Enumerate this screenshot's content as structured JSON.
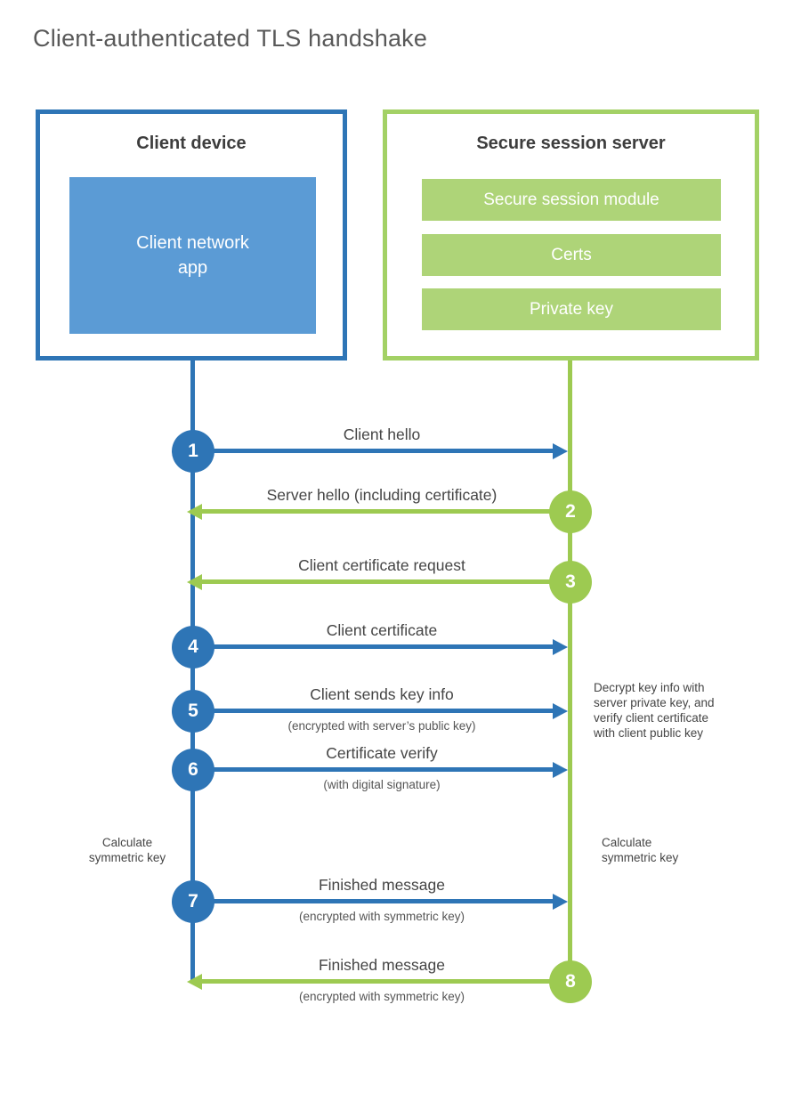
{
  "title": "Client-authenticated TLS handshake",
  "colors": {
    "blue": "#2e75b6",
    "blue_fill": "#5b9bd5",
    "green": "#9dca51",
    "green_border": "#a3d165",
    "green_fill": "#aed478"
  },
  "client_box": {
    "title": "Client device",
    "app_label": "Client network\napp"
  },
  "server_box": {
    "title": "Secure session server",
    "modules": [
      "Secure session module",
      "Certs",
      "Private key"
    ]
  },
  "steps": [
    {
      "num": "1",
      "from": "client",
      "label": "Client hello",
      "sublabel": ""
    },
    {
      "num": "2",
      "from": "server",
      "label": "Server hello (including certificate)",
      "sublabel": ""
    },
    {
      "num": "3",
      "from": "server",
      "label": "Client certificate request",
      "sublabel": ""
    },
    {
      "num": "4",
      "from": "client",
      "label": "Client certificate",
      "sublabel": ""
    },
    {
      "num": "5",
      "from": "client",
      "label": "Client sends key info",
      "sublabel": "(encrypted with server’s public key)"
    },
    {
      "num": "6",
      "from": "client",
      "label": "Certificate verify",
      "sublabel": "(with digital signature)"
    },
    {
      "num": "7",
      "from": "client",
      "label": "Finished message",
      "sublabel": "(encrypted with symmetric key)"
    },
    {
      "num": "8",
      "from": "server",
      "label": "Finished message",
      "sublabel": "(encrypted with symmetric key)"
    }
  ],
  "notes": {
    "decrypt": "Decrypt key info with\nserver private key, and\nverify client certificate\nwith client public key",
    "calc_left": "Calculate\nsymmetric key",
    "calc_right": "Calculate\nsymmetric key"
  }
}
